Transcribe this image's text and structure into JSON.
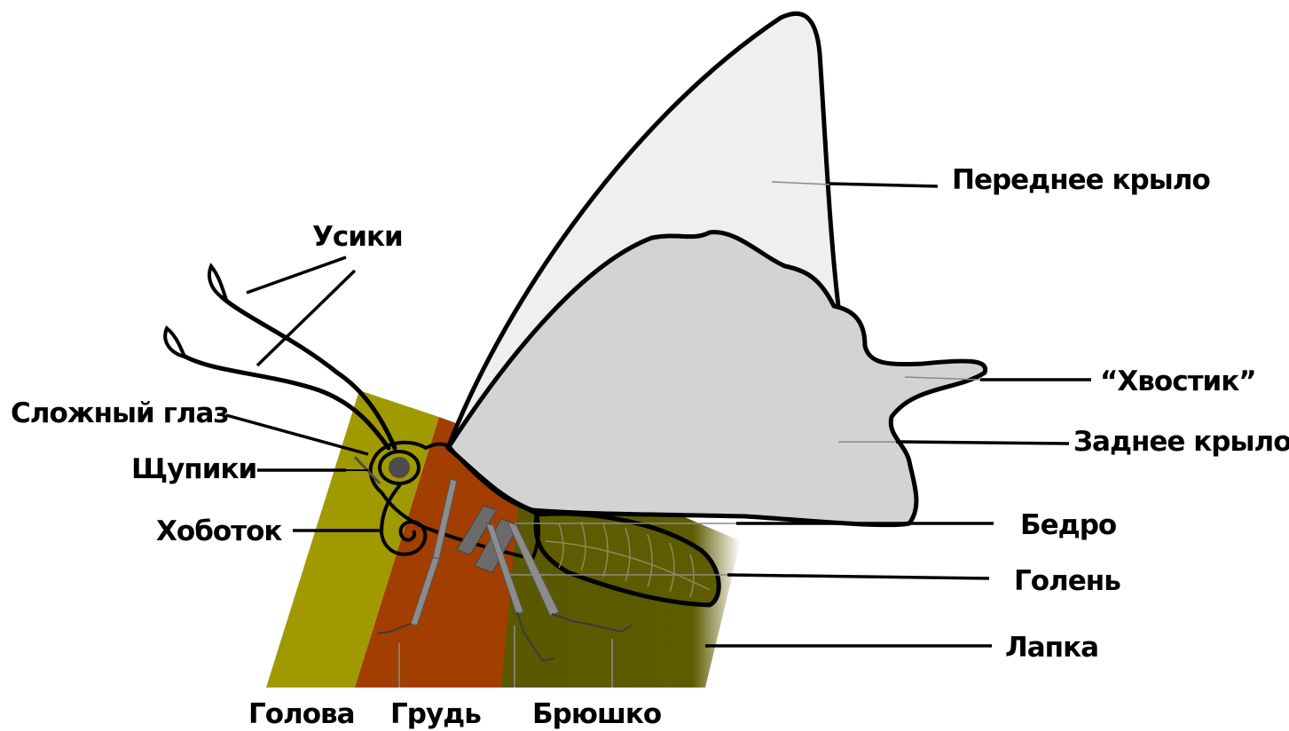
{
  "labels": {
    "antennae": "Усики",
    "compound_eye": "Сложный глаз",
    "palps": "Щупики",
    "proboscis": "Хоботок",
    "forewing": "Переднее крыло",
    "tail": "“Хвостик”",
    "hindwing": "Заднее крыло",
    "femur": "Бедро",
    "tibia": "Голень",
    "tarsus": "Лапка",
    "head": "Голова",
    "thorax": "Грудь",
    "abdomen": "Брюшко"
  },
  "colors": {
    "head_band": "#a09a00",
    "thorax_band": "#a23e00",
    "abdomen_band": "#5c5a00",
    "forewing": "#efefef",
    "hindwing": "#d3d3d3",
    "leg": "#8c8c8c",
    "outline": "#000000"
  }
}
